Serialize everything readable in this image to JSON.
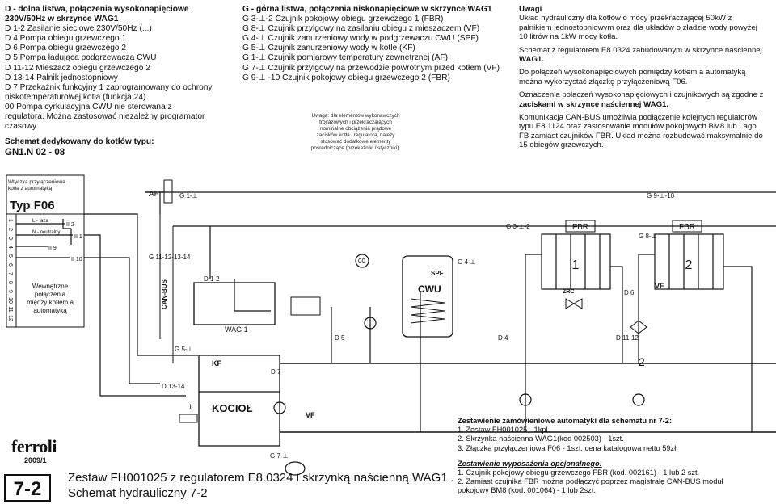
{
  "left_col": {
    "title1": "D - dolna listwa, połączenia wysokonapięciowe",
    "title2": "230V/50Hz w skrzynce WAG1",
    "lines": [
      "D 1-2  Zasilanie sieciowe 230V/50Hz (...)",
      "D 4  Pompa obiegu grzewczego 1",
      "D 6  Pompa obiegu grzewczego 2",
      "D 5  Pompa ładująca podgrzewacza CWU",
      "D 11-12  Mieszacz obiegu grzewczego 2",
      "D 13-14  Palnik jednostopniowy",
      "D 7  Przekaźnik funkcyjny 1 zaprogramowany do ochrony",
      "niskotemperaturowej kotła (funkcja 24)",
      "00  Pompa  cyrkulacyjna CWU nie sterowana z",
      "regulatora. Można zastosować niezależny programator",
      "czasowy."
    ],
    "schema_label": "Schemat dedykowany do kotłów typu:",
    "schema_type": "GN1.N 02 - 08"
  },
  "mid_col": {
    "title": "G - górna listwa, połączenia niskonapięciowe w skrzynce WAG1",
    "lines": [
      "G 3-⊥-2  Czujnik pokojowy obiegu grzewczego 1 (FBR)",
      "G 8-⊥  Czujnik przylgowy na zasilaniu obiegu z mieszaczem (VF)",
      "G 4-⊥  Czujnik zanurzeniowy wody w podgrzewaczu CWU (SPF)",
      "G 5-⊥  Czujnik zanurzeniowy wody w kotle (KF)",
      "G 1-⊥  Czujnik pomiarowy temperatury zewnętrznej (AF)",
      "G 7-⊥  Czujnik przylgowy na przewodzie powrotnym przed kotłem (VF)",
      "G 9-⊥ -10  Czujnik pokojowy obiegu grzewczego 2 (FBR)"
    ],
    "note": [
      "Uwaga: dla elementów wykonawczych",
      "trójfazowych  i  przekraczających",
      "nominalne  obciążenia  prądowe",
      "zacisków  kotła  i  regulatora,  należy",
      "stosować  dodatkowe  elementy",
      "pośredniczące (przekaźniki / styczniki)."
    ]
  },
  "right_col": {
    "title": "Uwagi",
    "p1": [
      "Układ hydrauliczny dla kotłów o mocy przekraczającej 50kW z",
      "palnikiem jednostopniowym oraz dla układów o  zładzie wody powyżej",
      "10 litrów na 1kW mocy kotła."
    ],
    "p2a": "Schemat z regulatorem E8.0324 zabudowanym w skrzynce naściennej",
    "p2b": "WAG1.",
    "p3": [
      "Do połączeń wysokonapięciowych pomiędzy kotłem a automatyką",
      "można wykorzystać złączkę przyłączeniową F06."
    ],
    "p4a": "Oznaczenia połączeń wysokonapięciowych i czujnikowych są zgodne z",
    "p4b": "zaciskami w skrzynce naściennej WAG1.",
    "p5": [
      "Komunikacja CAN-BUS umożliwia podłączenie kolejnych regulatorów",
      "typu E8.1124 oraz zastosowanie modułów pokojowych BM8 lub  Lago",
      "FB  zamiast czujników FBR. Układ można rozbudować maksymalnie do",
      "15 obiegów grzewczych."
    ]
  },
  "diagram": {
    "plug_title1": "Wtyczka przyłączeniowa",
    "plug_title2": "kotła z automatyką",
    "plug_type": "Typ F06",
    "pins": [
      "1",
      "2",
      "3",
      "4",
      "5",
      "6",
      "7",
      "8",
      "9",
      "10",
      "11",
      "12"
    ],
    "l_faza": "L - faza",
    "n_neutral": "N - neutralny",
    "ii2": "II 2",
    "ii1": "II 1",
    "ii9": "II 9",
    "ii10": "II 10",
    "internal": [
      "Wewnętrzne",
      "połączenia",
      "między kotłem a",
      "automatyką"
    ],
    "af": "AF",
    "g1": "G 1-⊥",
    "g9": "G 9-⊥-10",
    "g11": "G 11-12-13-14",
    "canbus": "CAN-BUS",
    "d12": "D 1-2",
    "wag1": "WAG 1",
    "g5": "G 5-⊥",
    "kf": "KF",
    "d1314": "D 13-14",
    "kociol": "KOCIOŁ",
    "d7": "D 7",
    "vf_bottom": "VF",
    "g7": "G 7-⊥",
    "num1": "1",
    "p00": "00",
    "spf": "SPF",
    "cwu": "CWU",
    "g4": "G 4-⊥",
    "d5": "D 5",
    "g3": "G 3-⊥-2",
    "fbr1": "FBR",
    "rad1": "1",
    "zrc": "ZRC",
    "d4": "D 4",
    "g8": "G 8-⊥",
    "fbr2": "FBR",
    "rad2": "2",
    "d6": "D 6",
    "vf_right": "VF",
    "d1112": "D 11-12",
    "two": "2"
  },
  "orders": {
    "title": "Zestawienie zamówieniowe automatyki dla schematu nr 7-2:",
    "lines": [
      "1. Zestaw FH001025 - 1kpl.",
      "2. Skrzynka naścienna WAG1(kod 002503) - 1szt.",
      "3. Złączka przyłączeniowa F06 - 1szt. cena katalogowa netto 59zł."
    ],
    "opt_title": "Zestawienie wyposażenia opcjonalnego:",
    "opt_lines": [
      "1. Czujnik pokojowy obiegu grzewczego FBR (kod. 002161)  - 1 lub 2 szt.",
      "2. Zamiast czujnika FBR można podłączyć poprzez magistralę CAN-BUS moduł",
      "pokojowy BM8 (kod. 001064) - 1 lub 2szt."
    ]
  },
  "footer": {
    "brand": "ferroli",
    "year": "2009/1",
    "page": "7-2",
    "caption1": "Zestaw FH001025  z regulatorem E8.0324 i skrzynką naścienną WAG1 .",
    "caption2": "Schemat hydrauliczny 7-2"
  }
}
